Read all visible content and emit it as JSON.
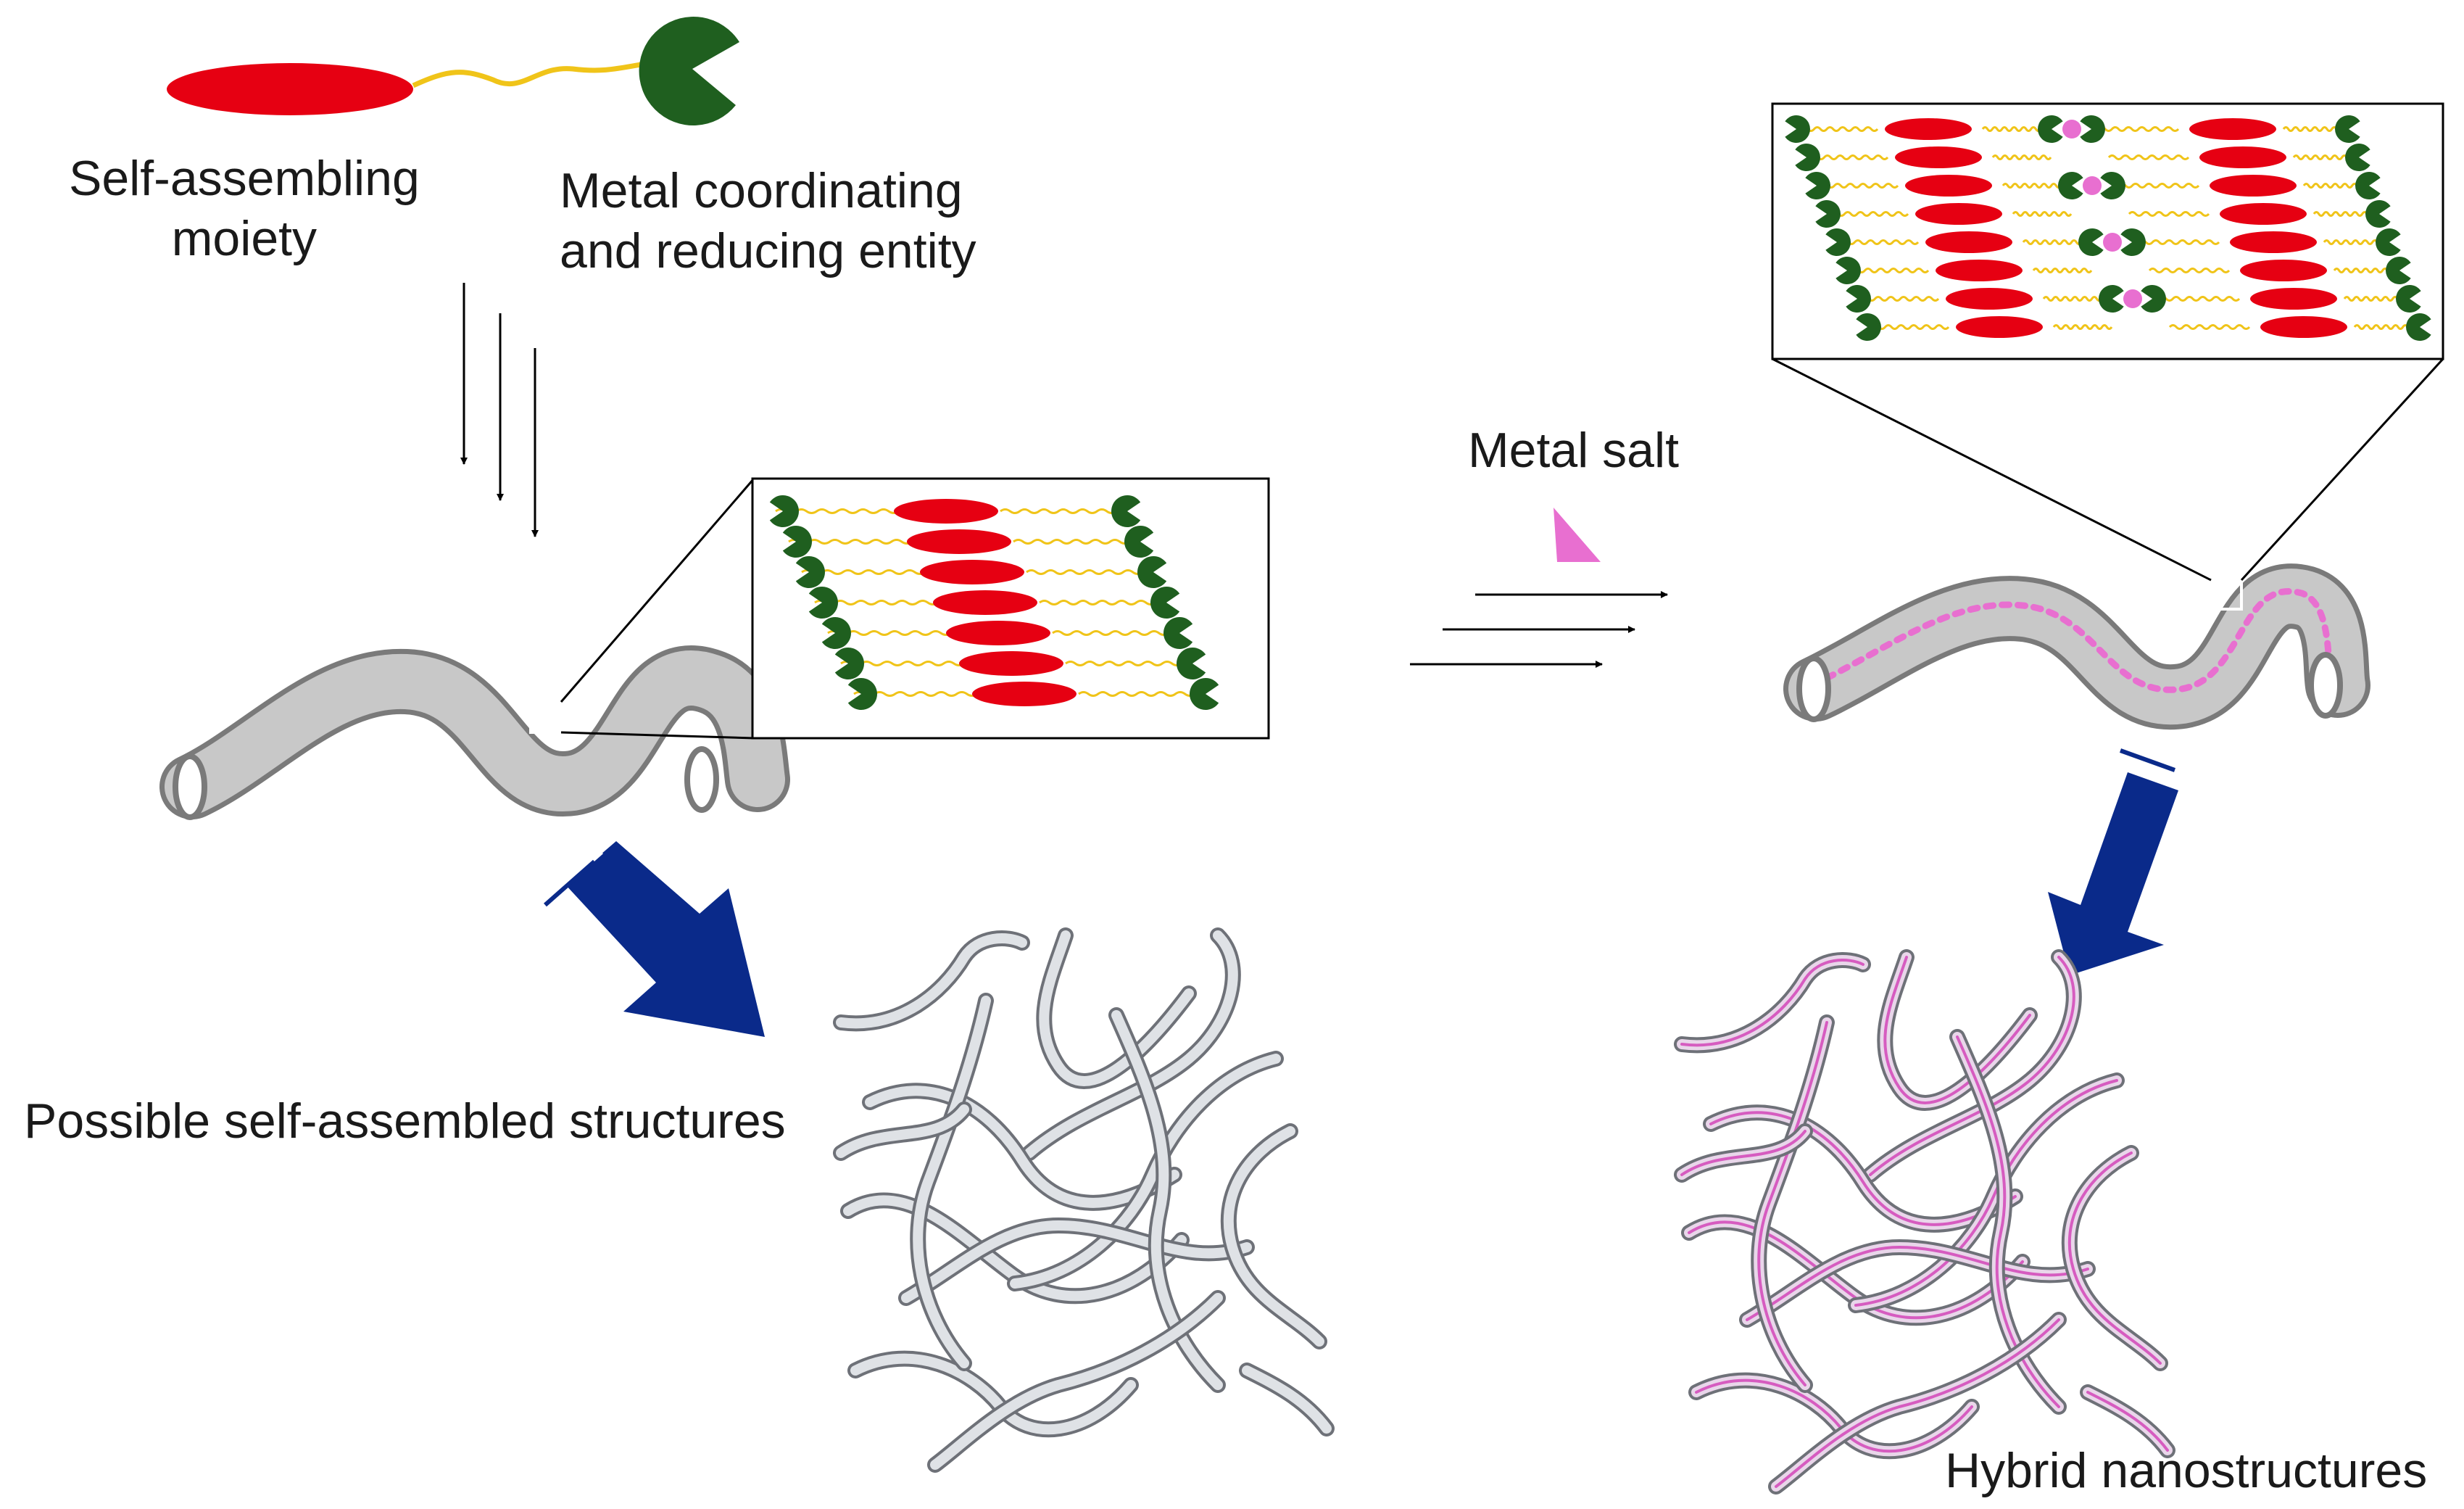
{
  "labels": {
    "self_assembling": "Self-assembling\nmoiety",
    "metal_coordinating": "Metal coordinating\nand reducing entity",
    "metal_salt": "Metal salt",
    "possible_structures": "Possible self-assembled structures",
    "hybrid": "Hybrid nanostructures"
  },
  "colors": {
    "moiety_red": "#e60012",
    "pacman_green": "#1f5f1f",
    "linker_yellow": "#f0c419",
    "tube_fill": "#c8c8c8",
    "tube_edge": "#7a7a7a",
    "big_arrow_blue": "#0a2a8a",
    "metal_pink": "#e86fd0",
    "fiber_grey": "#b5b8be",
    "fiber_pink": "#d65cc0"
  },
  "icons": {
    "molecule": "amphiphile-icon",
    "metal_salt": "pink-wedge-icon"
  }
}
